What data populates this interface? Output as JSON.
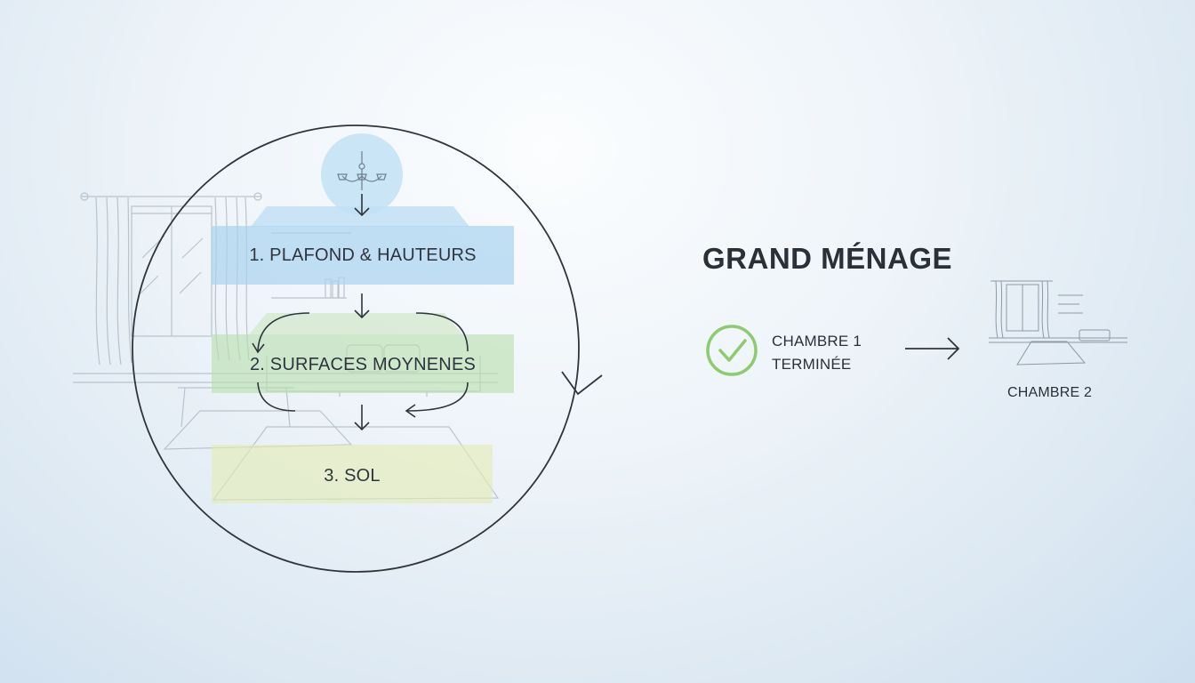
{
  "diagram": {
    "steps": [
      {
        "label": "1. PLAFOND & HAUTEURS",
        "color": "#a9d3f0"
      },
      {
        "label": "2. SURFACES MOYNENES",
        "color": "#b9deb0"
      },
      {
        "label": "3. SOL",
        "color": "#e3ebb6"
      }
    ],
    "title": "GRAND MÉNAGE",
    "completed_line1": "CHAMBRE 1",
    "completed_line2": "TERMINÉE",
    "next_label": "CHAMBRE 2",
    "icons": [
      "chandelier-icon",
      "check-circle-icon",
      "arrow-right-icon",
      "cycle-arrow-icon"
    ],
    "colors": {
      "line": "#2f353b",
      "check": "#8ccc6e",
      "sketch": "#9aa6b2"
    }
  }
}
